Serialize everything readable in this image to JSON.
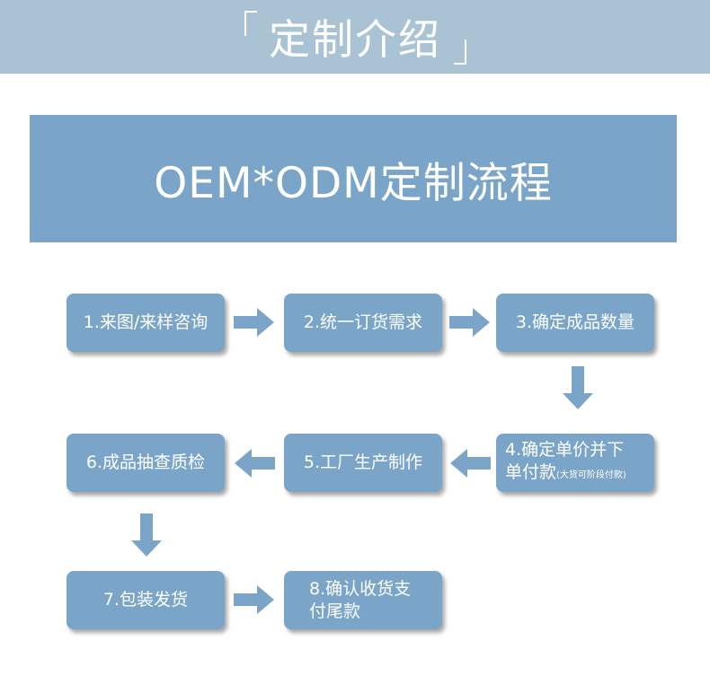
{
  "header": {
    "title": "定制介绍"
  },
  "banner": {
    "title": "OEM*ODM定制流程"
  },
  "steps": [
    {
      "label": "1.来图/来样咨询"
    },
    {
      "label": "2.统一订货需求"
    },
    {
      "label": "3.确定成品数量"
    },
    {
      "line1": "4.确定单价并下",
      "line2": "单付款",
      "note": "(大货可阶段付款)"
    },
    {
      "label": "5.工厂生产制作"
    },
    {
      "label": "6.成品抽查质检"
    },
    {
      "label": "7.包装发货"
    },
    {
      "line1": "8.确认收货支",
      "line2": "付尾款"
    }
  ],
  "colors": {
    "header_band": "#a9c3d4",
    "box": "#7aa5c8",
    "arrow": "#7aa5c8",
    "text": "#ffffff"
  }
}
